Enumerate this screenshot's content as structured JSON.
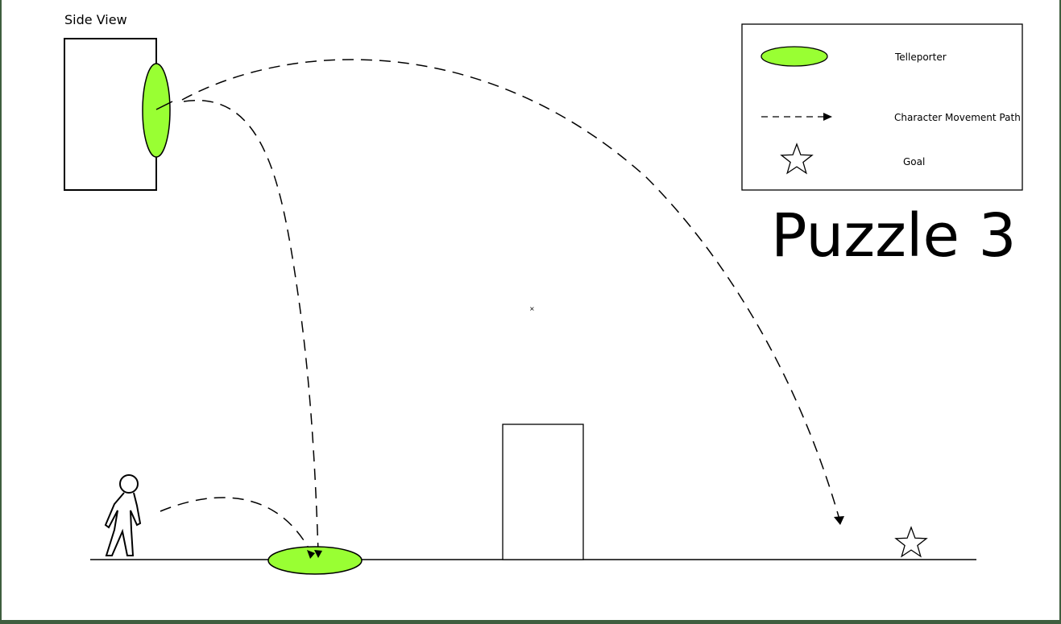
{
  "side_view_label": "Side View",
  "title": "Puzzle 3",
  "legend": {
    "teleporter_label": "Telleporter",
    "path_label": "Character Movement Path",
    "goal_label": "Goal"
  },
  "colors": {
    "teleporter_fill": "#99ff33",
    "line": "#000000",
    "frame": "#3f5e3f"
  },
  "icons": {
    "character": "stick-figure-icon",
    "goal": "star-icon",
    "teleporter": "green-ellipse-icon",
    "arrow": "arrowhead-icon"
  }
}
